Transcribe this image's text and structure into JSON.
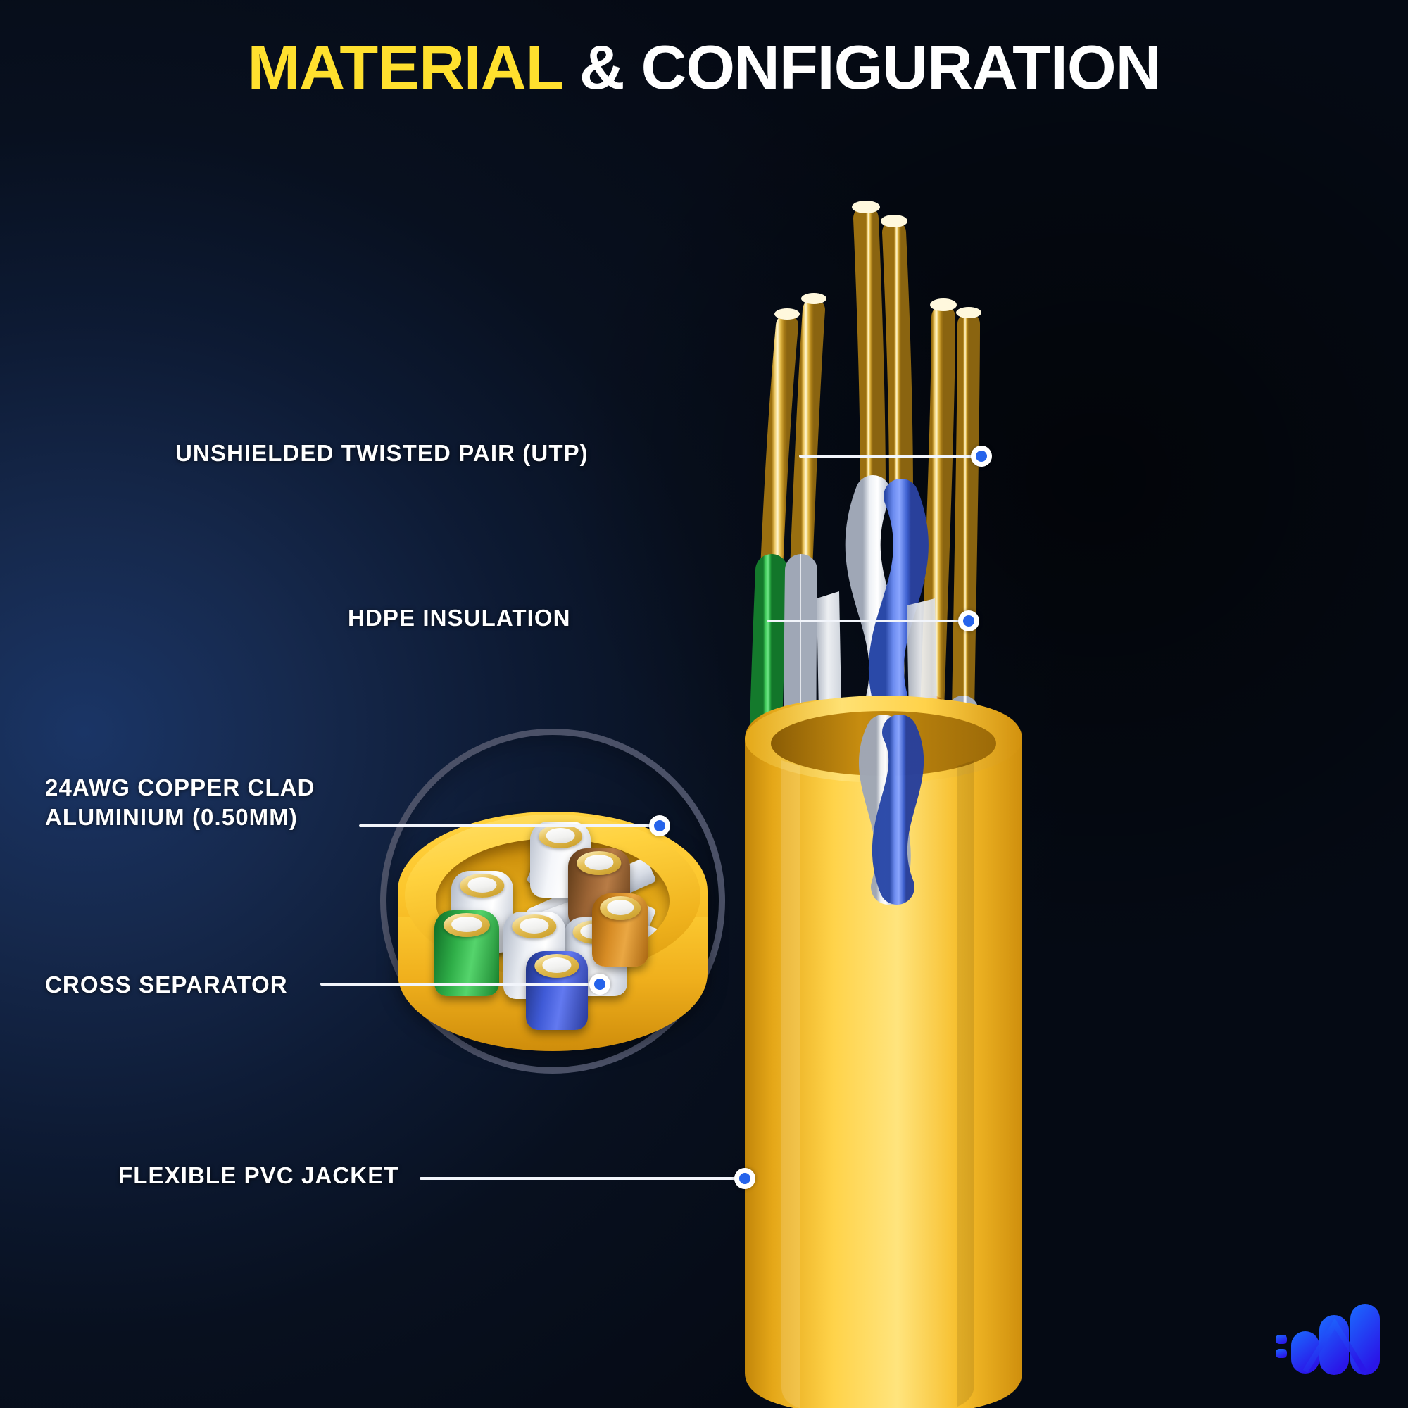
{
  "page": {
    "title_highlight": "MATERIAL",
    "title_rest": " & CONFIGURATION",
    "background_color": "#0d1a33",
    "accent_color": "#ffe02e",
    "dot_color": "#2563eb",
    "jacket_color": "#ffd23f"
  },
  "callouts": [
    {
      "id": "utp",
      "label": "UNSHIELDED TWISTED PAIR (UTP)"
    },
    {
      "id": "hdpe",
      "label": "HDPE INSULATION"
    },
    {
      "id": "awg",
      "label": "24AWG COPPER CLAD\nALUMINIUM (0.50MM)"
    },
    {
      "id": "cross",
      "label": "CROSS SEPARATOR"
    },
    {
      "id": "jacket",
      "label": "FLEXIBLE PVC JACKET"
    }
  ],
  "diagram": {
    "name": "cat6-utp-cable-cutaway",
    "inset_name": "cable-cross-section-inset",
    "wire_pairs": [
      {
        "pair": 1,
        "solid_color": "#2b6fe0",
        "stripe_color": "#ffffff",
        "name": "blue"
      },
      {
        "pair": 2,
        "solid_color": "#e08a1e",
        "stripe_color": "#ffffff",
        "name": "orange"
      },
      {
        "pair": 3,
        "solid_color": "#2db24a",
        "stripe_color": "#ffffff",
        "name": "green"
      },
      {
        "pair": 4,
        "solid_color": "#8a5a2b",
        "stripe_color": "#ffffff",
        "name": "brown"
      }
    ],
    "conductor_color": "#d9ad3c",
    "separator_color": "#e3e7ee"
  },
  "logo": {
    "name": "brand-logo",
    "color": "#2d4cf0"
  }
}
